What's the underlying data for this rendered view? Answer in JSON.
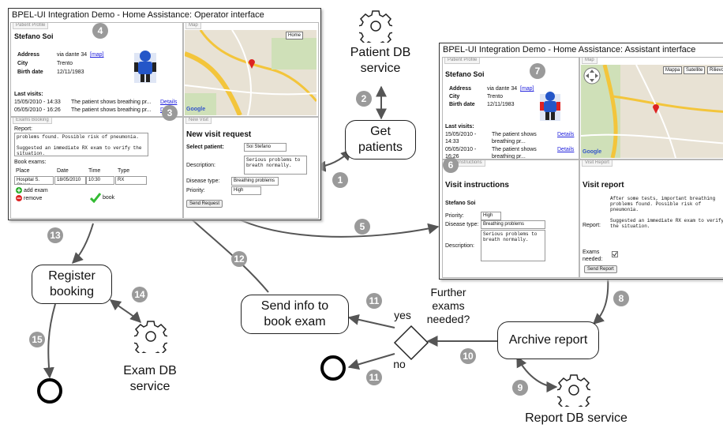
{
  "operator_window": {
    "title": "BPEL-UI Integration Demo - Home Assistance: Operator interface",
    "patient_profile": {
      "tab": "Patient Profile",
      "name": "Stefano Soi",
      "address_label": "Address",
      "address_value": "via dante 34",
      "map_link": "[map]",
      "city_label": "City",
      "city_value": "Trento",
      "birth_label": "Birth date",
      "birth_value": "12/11/1983",
      "last_visits_label": "Last visits:",
      "visits": [
        {
          "date": "15/05/2010 - 14:33",
          "text": "The patient shows breathing pr...",
          "link": "Details"
        },
        {
          "date": "05/05/2010 - 16:26",
          "text": "The patient shows breathing pr...",
          "link": "Deta"
        }
      ]
    },
    "map": {
      "tab": "Map",
      "home_button": "Home",
      "google": "Google"
    },
    "exams_booking": {
      "tab": "Exams Booking",
      "report_label": "Report:",
      "report_text": "problems found. Possible risk of pneumonia.\n\nSuggested an immediate RX exam to verify the situation.",
      "book_exams_label": "Book exams:",
      "columns": [
        "Place",
        "Date",
        "Time",
        "Type"
      ],
      "row": [
        "Hospital S. Chiara",
        "18/05/2010",
        "10:30",
        "RX"
      ],
      "add_exam": "add exam",
      "remove": "remove",
      "book": "book"
    },
    "new_visit": {
      "tab": "New Visit",
      "heading": "New visit request",
      "select_patient_label": "Select patient:",
      "select_patient_value": "Soi Stefano",
      "description_label": "Description:",
      "description_value": "Serious problems to breath normally.",
      "disease_label": "Disease type:",
      "disease_value": "Breathing problems",
      "priority_label": "Priority:",
      "priority_value": "High",
      "send_button": "Send Request"
    }
  },
  "assistant_window": {
    "title": "BPEL-UI Integration Demo - Home Assistance: Assistant interface",
    "patient_profile": {
      "tab": "Patient Profile",
      "name": "Stefano Soi",
      "address_label": "Address",
      "address_value": "via dante 34",
      "map_link": "[map]",
      "city_label": "City",
      "city_value": "Trento",
      "birth_label": "Birth date",
      "birth_value": "12/11/1983",
      "last_visits_label": "Last visits:",
      "visits": [
        {
          "date": "15/05/2010 - 14:33",
          "text": "The patient shows breathing pr...",
          "link": "Details"
        },
        {
          "date": "05/05/2010 - 16:26",
          "text": "The patient shows breathing pr...",
          "link": "Details"
        }
      ]
    },
    "map": {
      "tab": "Map",
      "buttons": [
        "Mappa",
        "Satellite",
        "Rilievo"
      ],
      "google": "Google"
    },
    "visit_instructions": {
      "tab": "Visit Instructions",
      "heading": "Visit instructions",
      "patient": "Stefano Soi",
      "priority_label": "Priority:",
      "priority_value": "High",
      "disease_label": "Disease type:",
      "disease_value": "Breathing problems",
      "description_label": "Description:",
      "description_value": "Serious problems to breath normally."
    },
    "visit_report": {
      "tab": "Visit Report",
      "heading": "Visit report",
      "report_label": "Report:",
      "report_value": "After some tests, important breathing problems found. Possible risk of pneumonia.\n\nSuggested an immediate RX exam to verify the situation.",
      "exams_label": "Exams needed:",
      "send_button": "Send Report"
    }
  },
  "flow": {
    "get_patients": "Get\npatients",
    "patient_db_service": "Patient DB\nservice",
    "register_booking": "Register\nbooking",
    "exam_db_service": "Exam DB\nservice",
    "send_info": "Send info to\nbook exam",
    "further_exams": "Further\nexams\nneeded?",
    "yes": "yes",
    "no": "no",
    "archive_report": "Archive report",
    "report_db_service": "Report DB service",
    "step_numbers": [
      "1",
      "2",
      "3",
      "4",
      "5",
      "6",
      "7",
      "8",
      "9",
      "10",
      "11",
      "11",
      "12",
      "13",
      "14",
      "15"
    ]
  },
  "colors": {
    "badge": "#9a9a9a",
    "arrow": "#555555",
    "map_base": "#e8e2d4",
    "road": "#f3c53b"
  }
}
